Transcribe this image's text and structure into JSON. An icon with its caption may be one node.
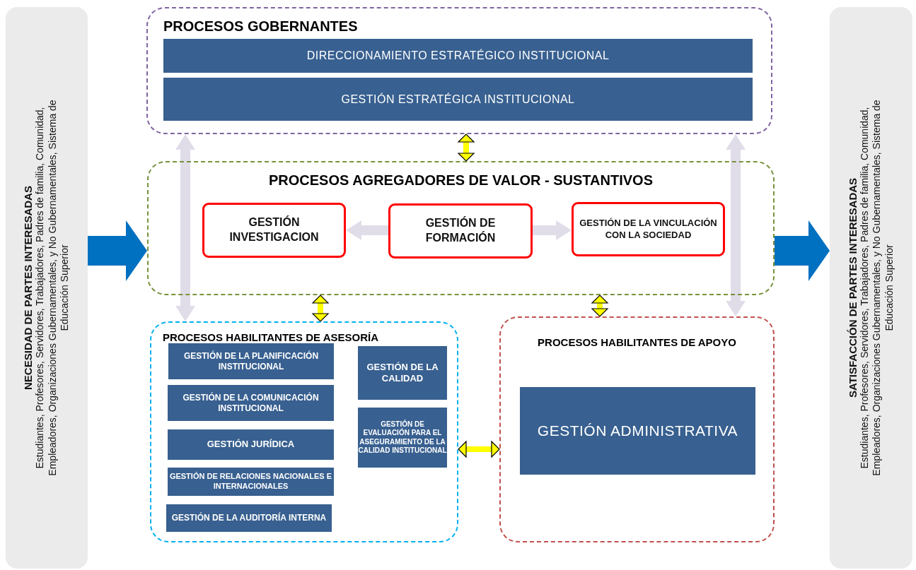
{
  "diagram": {
    "nodes": [
      {
        "text": [
          "NECESIDAD DE PARTES INTERESADAS",
          "Estudiantes, Profesores, Servidores, Trabajadores, Padres de familia, Comunidad, Empleadores, Organizaciones Gubernamentales, y No Gubernamentales, Sistema de Educación Superior"
        ]
      },
      {
        "text": [
          "PROCESOS GOBERNANTES"
        ]
      },
      {
        "text": [
          "DIRECCIONAMIENTO ESTRATÉGICO INSTITUCIONAL"
        ],
        "in": 1
      },
      {
        "text": [
          "GESTIÓN ESTRATÉGICA INSTITUCIONAL"
        ],
        "in": 1
      },
      {
        "text": [
          "PROCESOS AGREGADORES DE VALOR - SUSTANTIVOS"
        ]
      },
      {
        "text": [
          "GESTIÓN INVESTIGACION"
        ],
        "in": 4
      },
      {
        "text": [
          "GESTIÓN DE FORMACIÓN"
        ],
        "in": 4
      },
      {
        "text": [
          "GESTIÓN DE LA VINCULACIÓN CON LA SOCIEDAD"
        ],
        "in": 4
      },
      {
        "text": [
          "PROCESOS HABILITANTES DE ASESORÍA"
        ]
      },
      {
        "text": [
          "GESTIÓN DE LA PLANIFICACIÓN INSTITUCIONAL"
        ],
        "in": 8
      },
      {
        "text": [
          "GESTIÓN DE LA COMUNICACIÓN INSTITUCIONAL"
        ],
        "in": 8
      },
      {
        "text": [
          "GESTIÓN JURÍDICA"
        ],
        "in": 8
      },
      {
        "text": [
          "GESTIÓN DE RELACIONES NACIONALES E INTERNACIONALES"
        ],
        "in": 8
      },
      {
        "text": [
          "GESTIÓN DE LA AUDITORÍA INTERNA"
        ],
        "in": 8
      },
      {
        "text": [
          "GESTIÓN DE LA CALIDAD"
        ],
        "in": 8
      },
      {
        "text": [
          "GESTIÓN DE EVALUACIÓN PARA EL ASEGURAMIENTO DE LA CALIDAD INSTITUCIONAL"
        ],
        "in": 8
      },
      {
        "text": [
          "PROCESOS HABILITANTES DE APOYO"
        ]
      },
      {
        "text": [
          "GESTIÓN ADMINISTRATIVA"
        ],
        "in": 16
      },
      {
        "text": [
          "SATISFACCIÓN DE PARTES INTERESADAS",
          "Estudiantes, Profesores, Servidores, Trabajadores, Padres de familia, Comunidad, Empleadores, Organizaciones Gubernamentales, y No Gubernamentales, Sistema de Educación Superior"
        ]
      }
    ],
    "edges": [
      {
        "from": 0,
        "to": 4,
        "arrow": "to",
        "style": "thick",
        "color": "#0070c0"
      },
      {
        "from": 4,
        "to": 18,
        "arrow": "to",
        "style": "thick",
        "color": "#0070c0"
      },
      {
        "from": 1,
        "to": 4,
        "arrow": "both",
        "color": "#ffff00"
      },
      {
        "from": 4,
        "to": 8,
        "arrow": "both",
        "color": "#ffff00"
      },
      {
        "from": 4,
        "to": 16,
        "arrow": "both",
        "color": "#ffff00"
      },
      {
        "from": 8,
        "to": 16,
        "arrow": "both",
        "color": "#ffff00"
      },
      {
        "from": 1,
        "to": 8,
        "arrow": "both",
        "color": "#e0dde9"
      },
      {
        "from": 1,
        "to": 16,
        "arrow": "both",
        "color": "#e0dde9"
      },
      {
        "from": 6,
        "to": 5,
        "arrow": "to",
        "color": "#e0dde9"
      },
      {
        "from": 6,
        "to": 7,
        "arrow": "to",
        "color": "#e0dde9"
      }
    ]
  }
}
